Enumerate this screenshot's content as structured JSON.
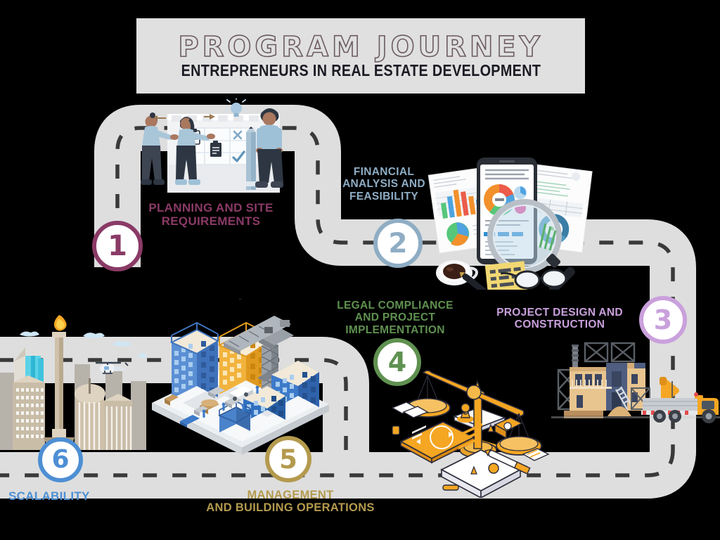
{
  "header": {
    "title": "PROGRAM JOURNEY",
    "subtitle": "ENTREPRENEURS IN REAL ESTATE DEVELOPMENT",
    "banner_bg": "#e0e0e0",
    "title_outline_color": "#6b5a5f",
    "subtitle_color": "#1b1b24"
  },
  "canvas": {
    "background": "#000000",
    "road_color": "#dedede",
    "road_dash_color": "#3a3a3a"
  },
  "steps": [
    {
      "number": "1",
      "label": "PLANNING AND SITE\nREQUIREMENTS",
      "color": "#8a3a66",
      "illustration": "planning-team-whiteboard-illustration"
    },
    {
      "number": "2",
      "label": "FINANCIAL\nANALYSIS AND\nFEASIBILITY",
      "color": "#8fadc4",
      "illustration": "financial-analysis-documents-illustration"
    },
    {
      "number": "3",
      "label": "PROJECT DESIGN AND\nCONSTRUCTION",
      "color": "#c9a0dc",
      "illustration": "construction-site-crane-truck-illustration"
    },
    {
      "number": "4",
      "label": "LEGAL COMPLIANCE\nAND PROJECT\nIMPLEMENTATION",
      "color": "#5f9150",
      "illustration": "legal-scales-justice-illustration"
    },
    {
      "number": "5",
      "label": "MANAGEMENT\nAND BUILDING OPERATIONS",
      "color": "#b49a4e",
      "illustration": "isometric-city-buildings-illustration"
    },
    {
      "number": "6",
      "label": "SCALABILITY",
      "color": "#4d8fd4",
      "illustration": "city-skyline-monument-illustration"
    }
  ]
}
